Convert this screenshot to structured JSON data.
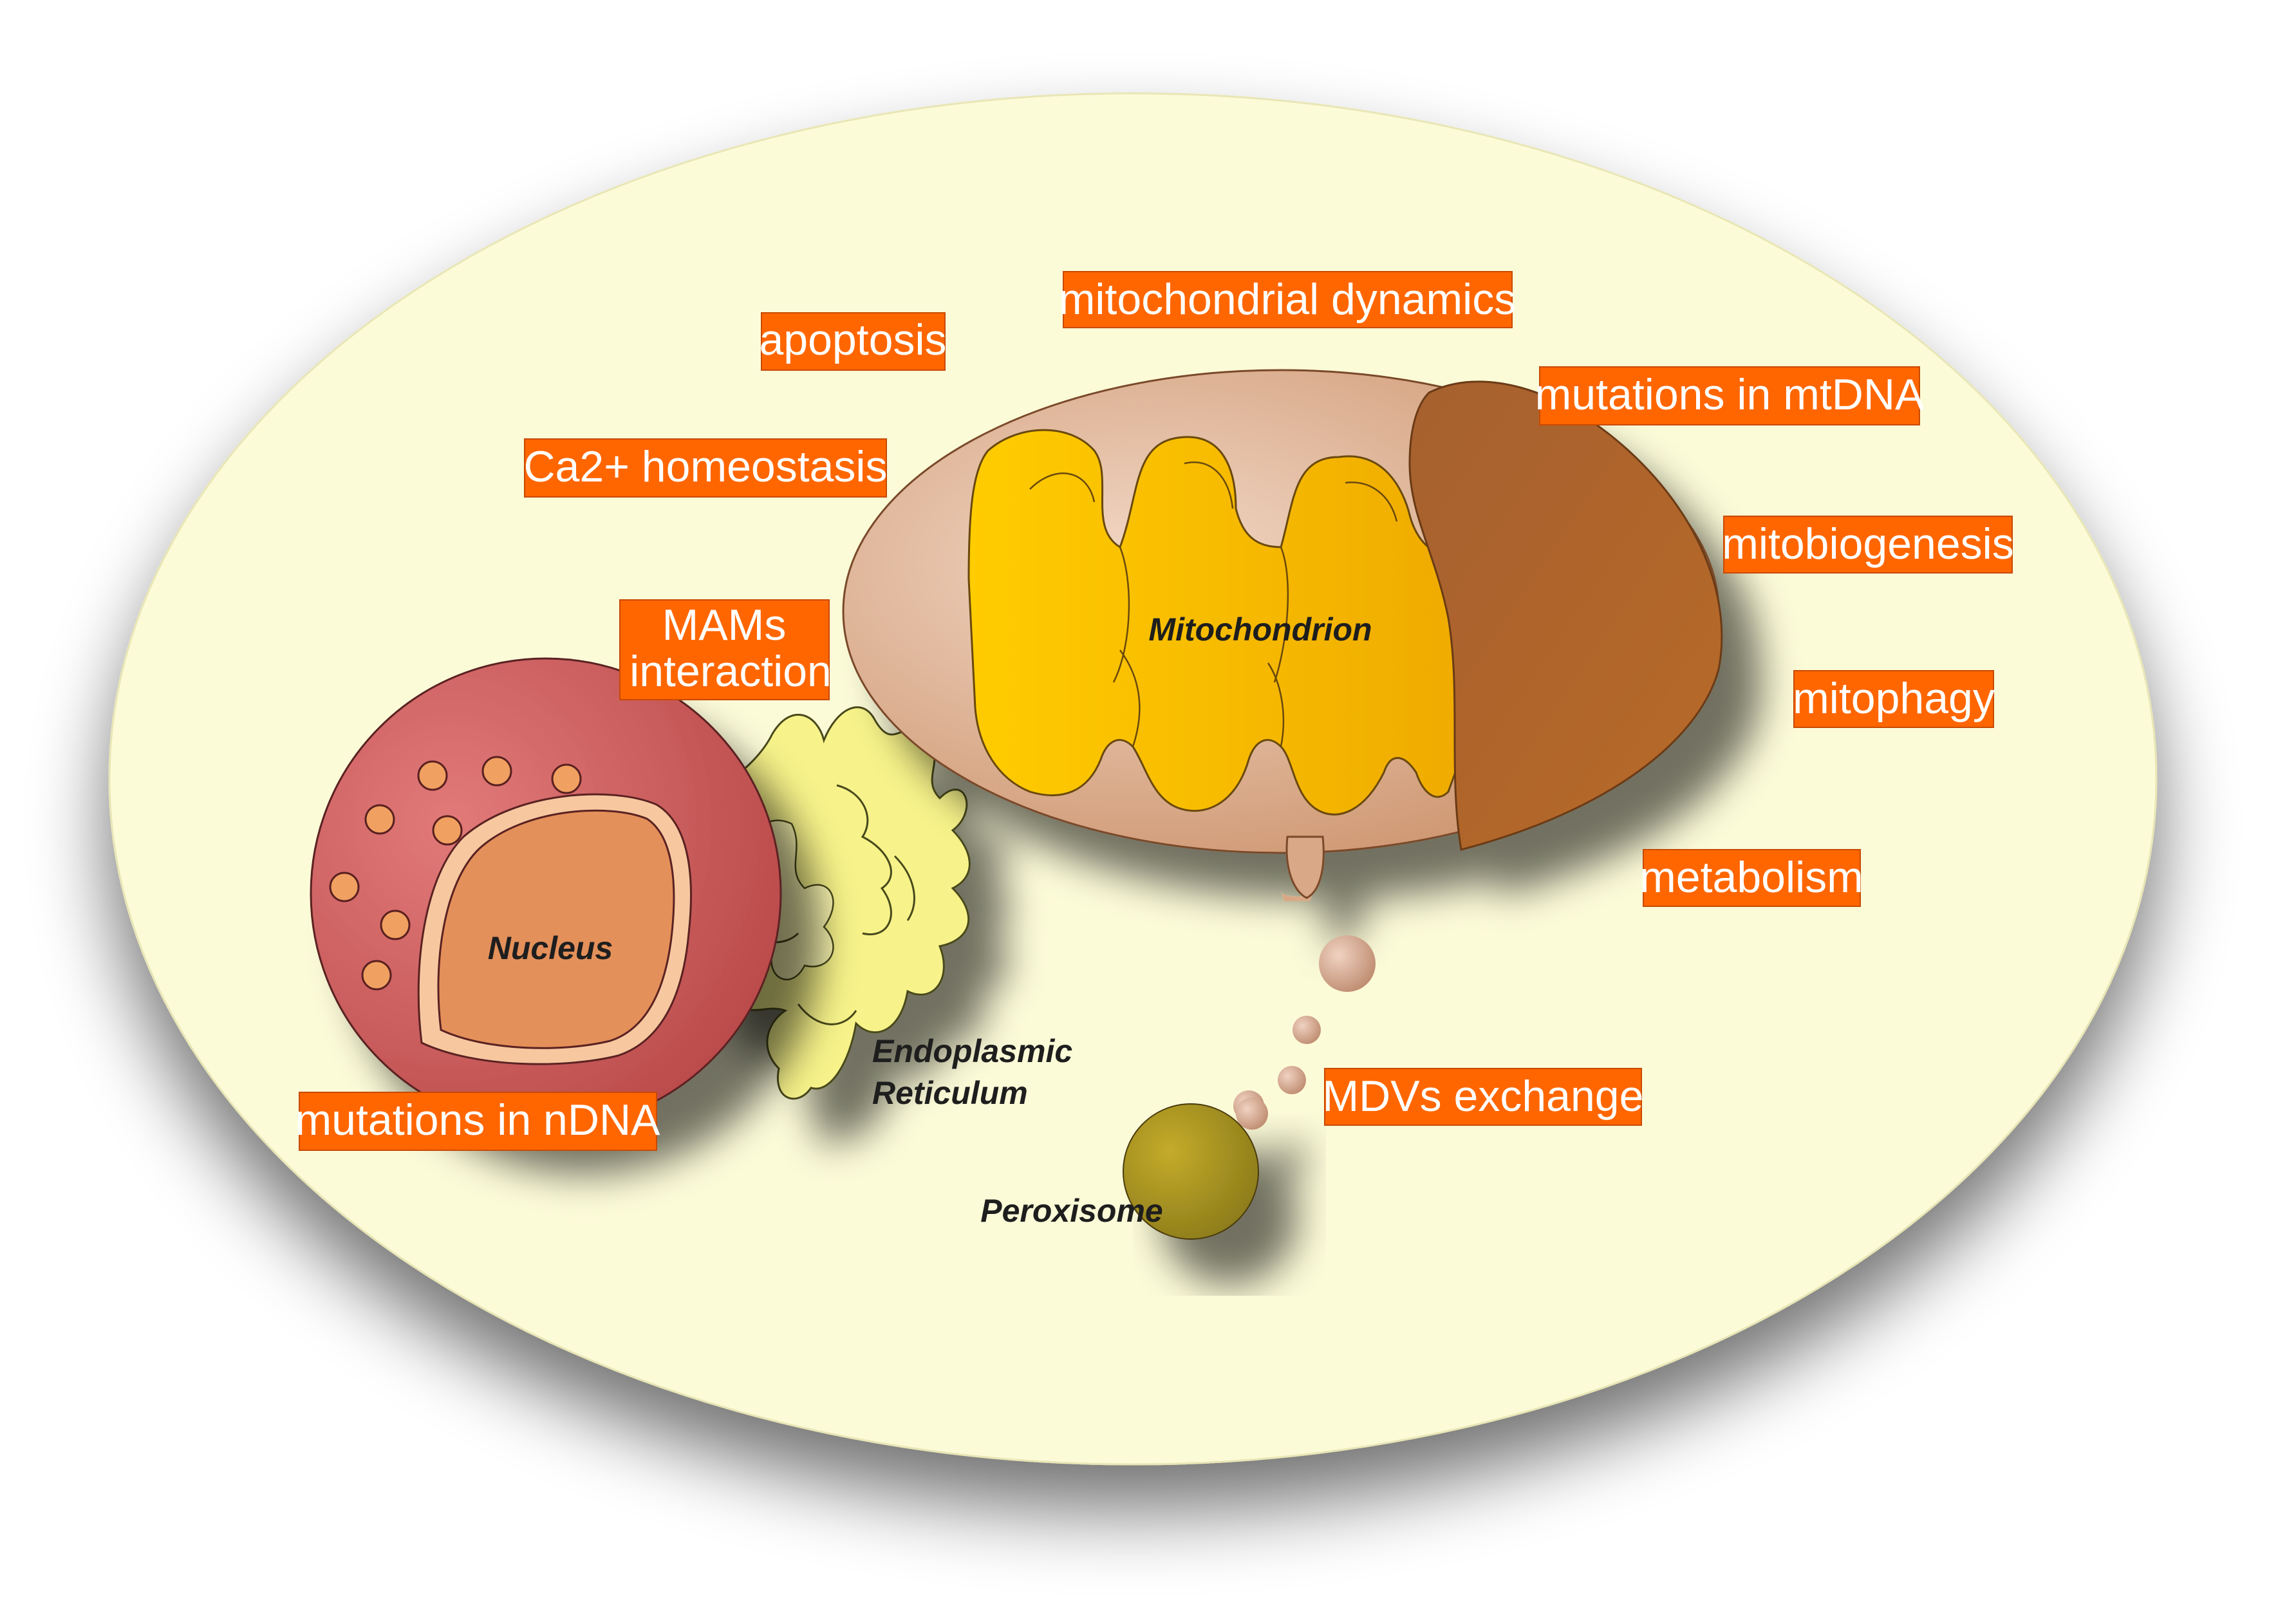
{
  "organelles": {
    "mitochondrion": "Mitochondrion",
    "nucleus": "Nucleus",
    "er_line1": "Endoplasmic",
    "er_line2": "Reticulum",
    "peroxisome": "Peroxisome"
  },
  "tags": {
    "apoptosis": "apoptosis",
    "dynamics": "mitochondrial dynamics",
    "mtdna": "mutations in mtDNA",
    "calcium": "Ca2+ homeostasis",
    "mitobiogenesis": "mitobiogenesis",
    "mams_line1": "MAMs",
    "mams_line2": "interaction",
    "mitophagy": "mitophagy",
    "metabolism": "metabolism",
    "mdvs": "MDVs exchange",
    "ndna": "mutations in nDNA"
  },
  "colors": {
    "cell_fill": "#fcfbd8",
    "tag_fill": "#ff6600",
    "mito_outer": "#d9a987",
    "mito_cristae": "#f7b200",
    "mito_matrix_cap": "#a9622c",
    "nucleus_outer": "#d9585a",
    "nucleus_inner": "#e4905a",
    "er_fill": "#f7f38a",
    "peroxisome": "#b49a22"
  }
}
